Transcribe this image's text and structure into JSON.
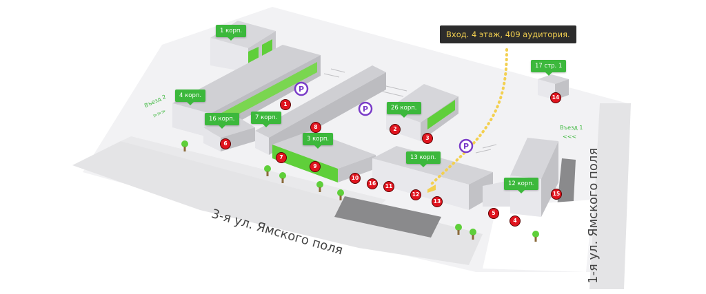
{
  "callout": {
    "text": "Вход. 4 этаж, 409 аудитория."
  },
  "streets": {
    "bottom": "3-я ул. Ямского поля",
    "right": "1-я ул. Ямского поля"
  },
  "entries": {
    "entry1": "Въезд 1",
    "entry2": "Въезд 2",
    "arrows_right": "<<<",
    "arrows_left": ">>>"
  },
  "building_labels": [
    "1 корп.",
    "4 корп.",
    "16 корп.",
    "7 корп.",
    "26 корп.",
    "3 корп.",
    "13 корп.",
    "12 корп.",
    "17 стр. 1"
  ],
  "markers": [
    "1",
    "2",
    "3",
    "4",
    "5",
    "6",
    "7",
    "8",
    "9",
    "10",
    "11",
    "12",
    "13",
    "14",
    "15",
    "16"
  ],
  "parking_symbol": "P",
  "colors": {
    "label_green": "#3cb83c",
    "marker_red": "#e0141e",
    "parking_purple": "#7a3cc8",
    "route_yellow": "#f3d050",
    "callout_bg": "#2c2c2c",
    "ground": "#f2f2f4",
    "road": "#e3e3e5"
  }
}
